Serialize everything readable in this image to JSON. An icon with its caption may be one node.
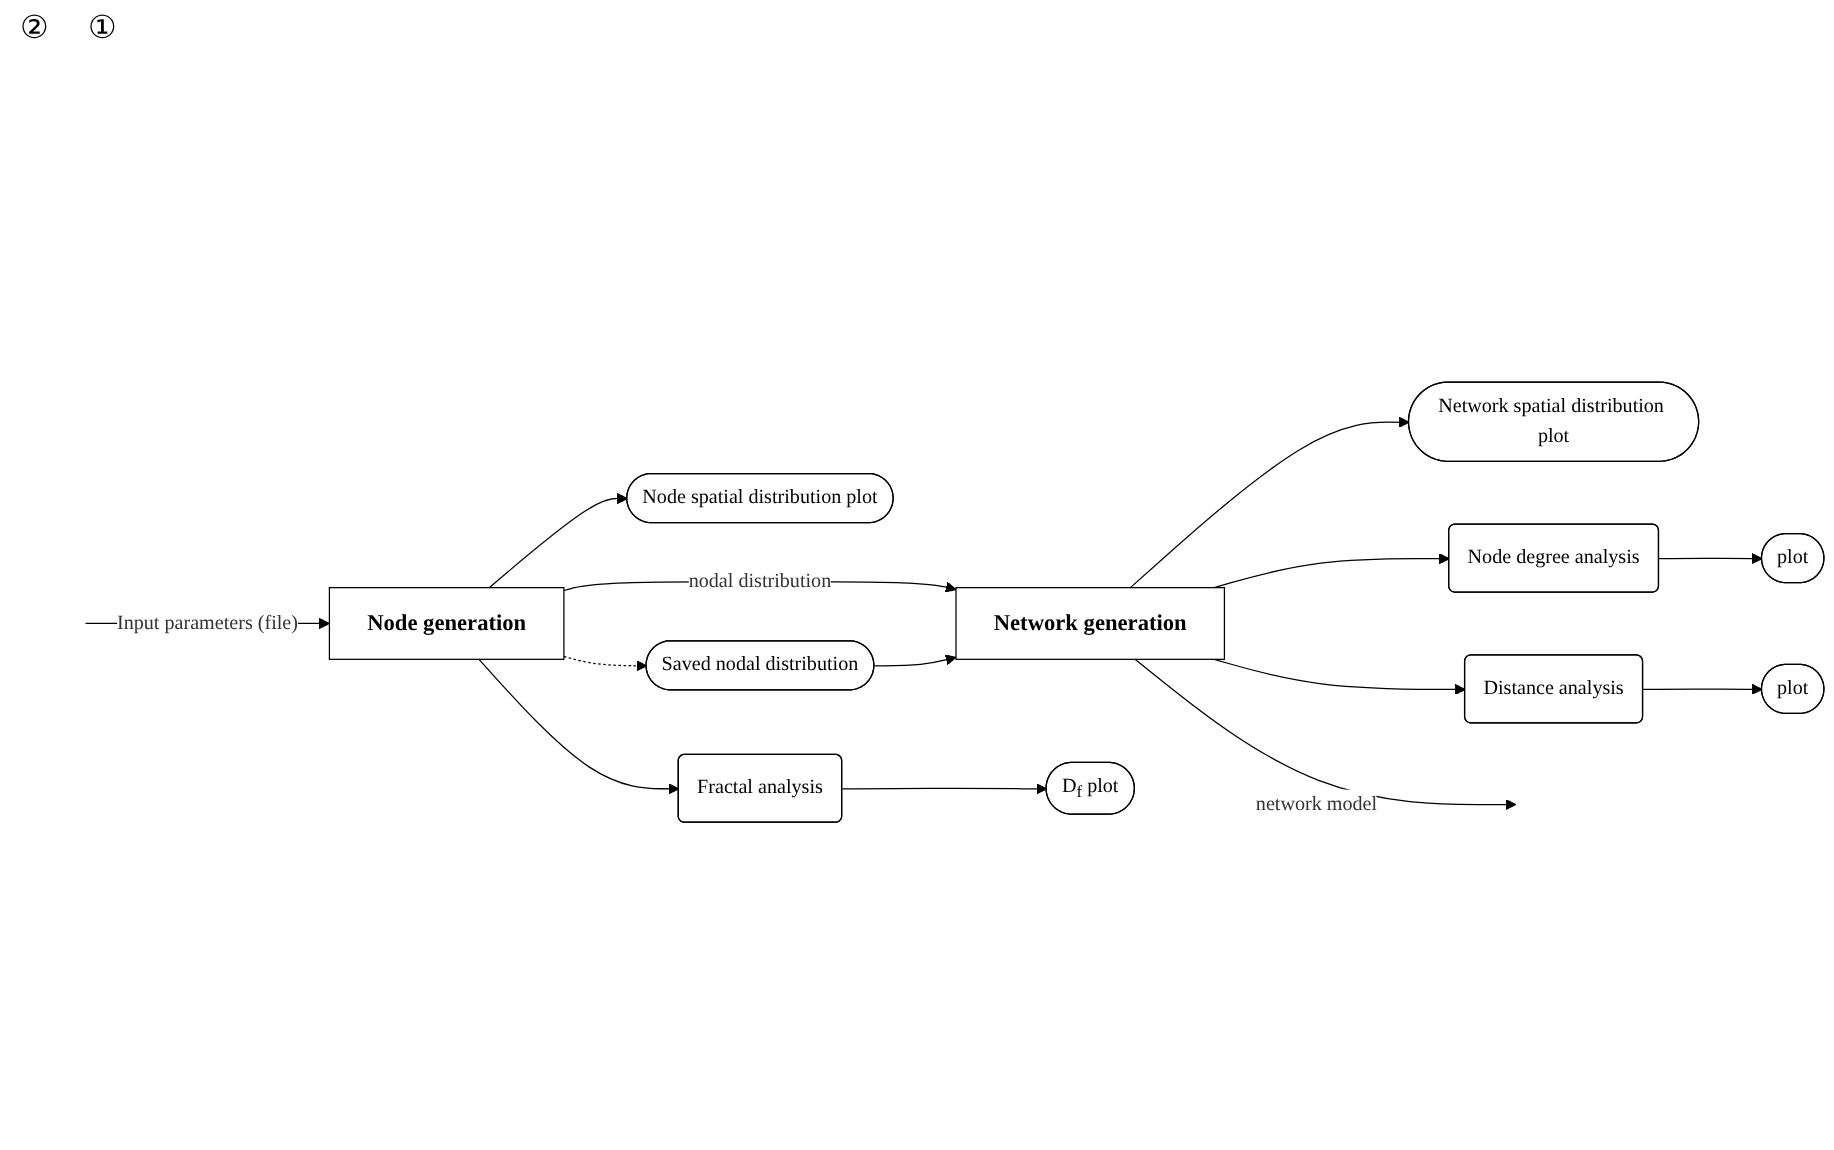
{
  "diagram": {
    "nodes": [
      {
        "text": [
          "Node spatial distribution plot"
        ]
      },
      {
        "text": [
          "Network spatial distribution plot"
        ]
      },
      {
        "text": [
          "Saved nodal distribution"
        ]
      },
      {
        "text": [
          "Node generation"
        ]
      },
      {
        "text": [
          "Network generation"
        ]
      },
      {
        "text": [
          "Fractal analysis"
        ]
      },
      {
        "text": [
          "Node degree analysis"
        ]
      },
      {
        "text": [
          "Distance analysis"
        ]
      },
      {
        "text": [
          "D$_{f}$ plot"
        ]
      },
      {
        "text": [
          "plot"
        ]
      },
      {
        "text": [
          "plot"
        ]
      }
    ],
    "edges": [
      {
        "from": null,
        "to": 3,
        "arrow": "to",
        "label": "Input parameters (file)"
      },
      {
        "from": 3,
        "to": 0,
        "arrow": "to"
      },
      {
        "from": 3,
        "to": 2,
        "arrow": "to",
        "style": "dashed"
      },
      {
        "from": 3,
        "to": 4,
        "arrow": "to",
        "label": "nodal distribution"
      },
      {
        "from": 2,
        "to": 4,
        "arrow": "to"
      },
      {
        "from": 4,
        "to": 1,
        "arrow": "to"
      },
      {
        "from": 4,
        "to": null,
        "arrow": "to",
        "label": "network model"
      },
      {
        "from": 3,
        "to": 5,
        "arrow": "to"
      },
      {
        "from": 4,
        "to": 6,
        "arrow": "to"
      },
      {
        "from": 4,
        "to": 7,
        "arrow": "to"
      },
      {
        "from": 5,
        "to": 8,
        "arrow": "to"
      },
      {
        "from": 6,
        "to": 9,
        "arrow": "to"
      },
      {
        "from": 7,
        "to": 10,
        "arrow": "to"
      }
    ],
    "labels": [
      "②",
      "①"
    ]
  }
}
